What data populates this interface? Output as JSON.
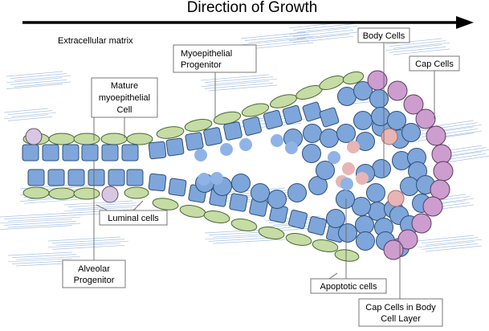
{
  "title": "Direction of Growth",
  "labels": {
    "extracellular_matrix": "Extracellular matrix",
    "myoepithelial_progenitor": [
      "Myoepithelial",
      "Progenitor"
    ],
    "mature_myoepithelial": [
      "Mature",
      "myoepithelial",
      "Cell"
    ],
    "body_cells": "Body Cells",
    "cap_cells": "Cap Cells",
    "luminal_cells": "Luminal cells",
    "alveolar_progenitor": [
      "Alveolar",
      "Progenitor"
    ],
    "apoptotic_cells": "Apoptotic cells",
    "cap_cells_body_layer": [
      "Cap Cells in Body",
      "Cell Layer"
    ]
  },
  "colors": {
    "luminal_fill": "#7ea6da",
    "luminal_stroke": "#2f4f7a",
    "myo_fill": "#c5dca4",
    "myo_stroke": "#4a6630",
    "cap_fill": "#cc9dce",
    "cap_stroke": "#5d3a63",
    "alveolar_fill": "#d9c7e2",
    "apoptotic_fill": "#e8b5b5",
    "progenitor_blue": "#8fb3e6",
    "ecm_line": "#a9c2e8",
    "arrow": "#000000",
    "label_border": "#777777"
  }
}
